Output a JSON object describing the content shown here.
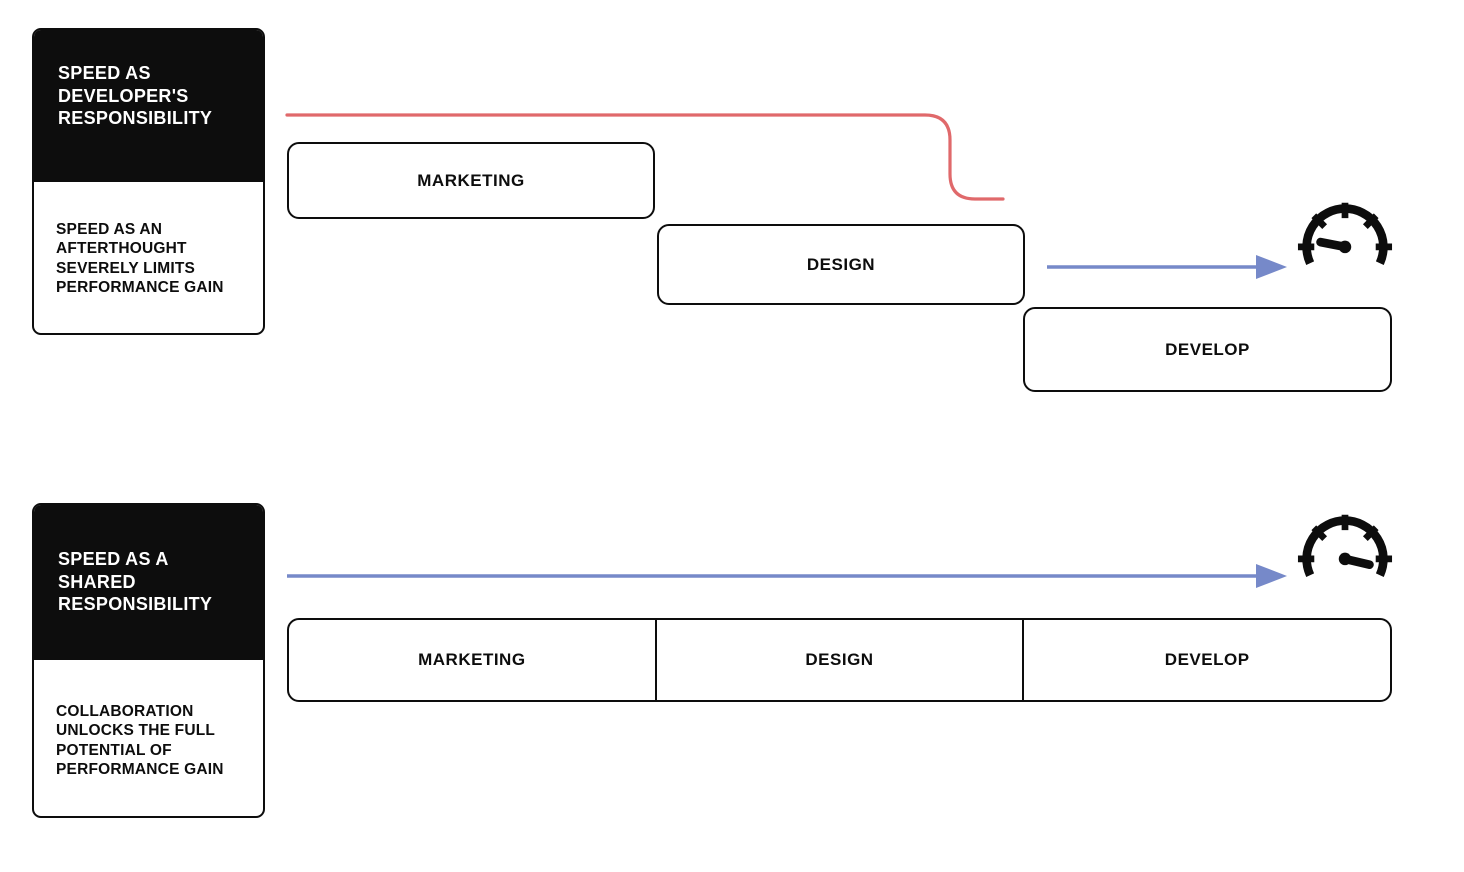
{
  "palette": {
    "ink": "#0d0d0d",
    "line_red": "#e0696b",
    "line_blue": "#7689c9"
  },
  "waterfall": {
    "card": {
      "title": "SPEED AS\nDEVELOPER'S\nRESPONSIBILITY",
      "description": "SPEED AS AN\nAFTERTHOUGHT\nSEVERELY LIMITS\nPERFORMANCE GAIN"
    },
    "phases": [
      {
        "label": "MARKETING"
      },
      {
        "label": "DESIGN"
      },
      {
        "label": "DEVELOP"
      }
    ],
    "gauge": "low speed"
  },
  "shared": {
    "card": {
      "title": "SPEED AS A\nSHARED\nRESPONSIBILITY",
      "description": "COLLABORATION\nUNLOCKS THE FULL\nPOTENTIAL OF\nPERFORMANCE GAIN"
    },
    "phases": [
      {
        "label": "MARKETING"
      },
      {
        "label": "DESIGN"
      },
      {
        "label": "DEVELOP"
      }
    ],
    "gauge": "high speed"
  }
}
